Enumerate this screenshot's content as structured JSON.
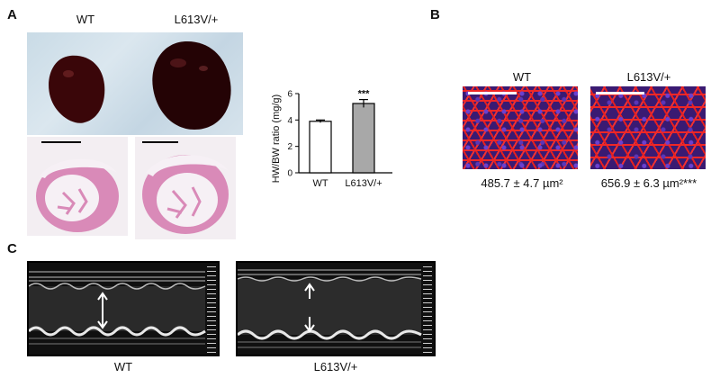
{
  "panel_a": {
    "letter": "A",
    "wt_label": "WT",
    "mut_label": "L613V/+"
  },
  "panel_b": {
    "letter": "B",
    "wt_label": "WT",
    "mut_label": "L613V/+",
    "wt_area": "485.7 ± 4.7 µm²",
    "mut_area": "656.9 ± 6.3 µm²***"
  },
  "panel_c": {
    "letter": "C",
    "wt_label": "WT",
    "mut_label": "L613V/+"
  },
  "chart_data": {
    "type": "bar",
    "categories": [
      "WT",
      "L613V/+"
    ],
    "values": [
      3.9,
      5.25
    ],
    "errors": [
      0.1,
      0.3
    ],
    "significance": [
      "",
      "***"
    ],
    "bar_colors": [
      "#ffffff",
      "#a8a8a8"
    ],
    "ylabel": "HW/BW ratio (mg/g)",
    "ylim": [
      0,
      6
    ],
    "yticks": [
      0,
      2,
      4,
      6
    ],
    "grid": false
  }
}
